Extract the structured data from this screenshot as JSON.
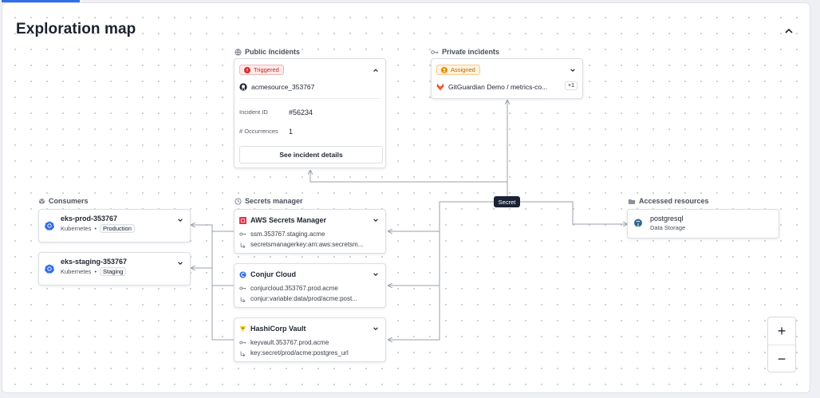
{
  "header": {
    "title": "Exploration map"
  },
  "sections": {
    "public_incidents": "Public incidents",
    "private_incidents": "Private incidents",
    "consumers": "Consumers",
    "secrets_manager": "Secrets manager",
    "accessed_resources": "Accessed resources"
  },
  "public_incident": {
    "status": "Triggered",
    "source": "acmesource_353767",
    "incident_id_label": "Incident ID",
    "incident_id": "#56234",
    "occurrences_label": "# Occurrences",
    "occurrences": "1",
    "details_button": "See incident details"
  },
  "private_incident": {
    "status": "Assigned",
    "source": "GitGuardian Demo / metrics-co...",
    "more": "+1"
  },
  "consumers": [
    {
      "name": "eks-prod-353767",
      "platform": "Kubernetes",
      "env": "Production"
    },
    {
      "name": "eks-staging-353767",
      "platform": "Kubernetes",
      "env": "Staging"
    }
  ],
  "secret_managers": [
    {
      "name": "AWS Secrets Manager",
      "host": "ssm.353767.staging.acme",
      "path": "secretsmanagerkey:arn:aws:secretsm..."
    },
    {
      "name": "Conjur Cloud",
      "host": "conjurcloud.353767.prod.acme",
      "path": "conjur:variable:data/prod/acme:post..."
    },
    {
      "name": "HashiCorp Vault",
      "host": "keyvault.353767.prod.acme",
      "path": "key:secret/prod/acme:postgres_url"
    }
  ],
  "resource": {
    "name": "postgresql",
    "type": "Data Storage"
  },
  "secret_label": "Secret",
  "zoom": {
    "in": "+",
    "out": "−"
  },
  "icons": {
    "collapse": "chevron-up-icon",
    "public_incidents": "globe-icon",
    "private_incidents": "key-icon",
    "consumers": "box-icon",
    "secrets_manager": "clock-icon",
    "accessed_resources": "folder-icon",
    "kubernetes": "kubernetes-icon",
    "github": "github-icon",
    "gitlab": "gitlab-icon",
    "aws": "aws-icon",
    "conjur": "conjur-icon",
    "vault": "vault-icon",
    "postgres": "postgresql-icon"
  },
  "colors": {
    "accent": "#2f6fed",
    "triggered": "#c62828",
    "assigned": "#b26a00",
    "secret_pill": "#1b2233",
    "edge": "#9aa0a8"
  }
}
